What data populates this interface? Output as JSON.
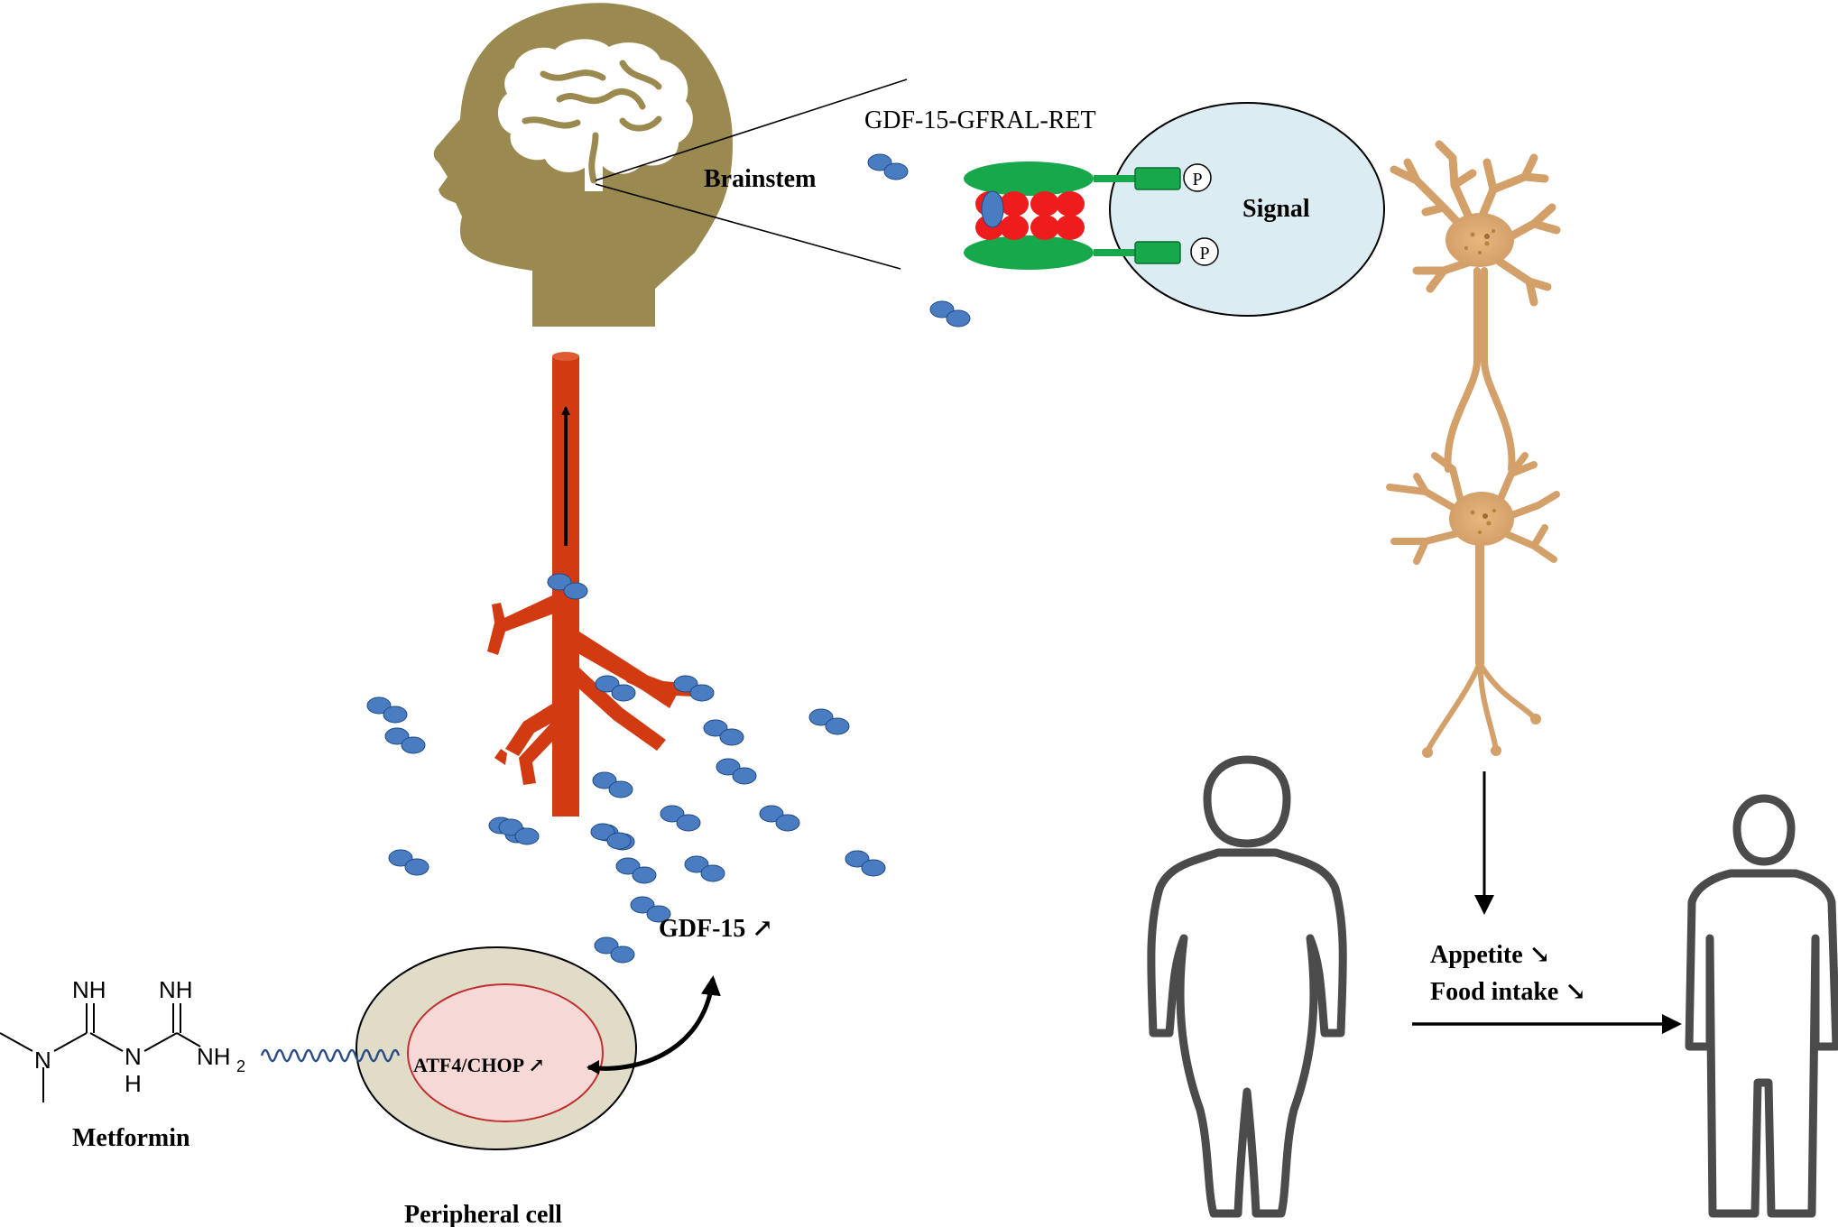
{
  "labels": {
    "brainstem": "Brainstem",
    "receptor_complex": "GDF-15-GFRAL-RET",
    "signal": "Signal",
    "phospho_1": "P",
    "phospho_2": "P",
    "gdf15": "GDF-15 ↗",
    "atf4_chop": "ATF4/CHOP ↗",
    "metformin": "Metformin",
    "peripheral_cell": "Peripheral cell",
    "appetite": "Appetite ↘",
    "food_intake": "Food intake ↘"
  },
  "metformin_structure": {
    "nh_left": "NH",
    "nh_right": "NH",
    "n_left": "N",
    "n_mid": "N",
    "h_mid": "H",
    "nh2": "NH",
    "nh2_sub": "2"
  },
  "colors": {
    "head": "#9b8a4f",
    "vessel": "#d23a12",
    "gdf15_molecule": "#4a7cc2",
    "receptor_green": "#16a84a",
    "receptor_red": "#ee1c1c",
    "signal_cell": "#dbedf2",
    "neuron": "#d4a06a",
    "cell_outer": "#e0dcc7",
    "cell_inner": "#f6d9d6",
    "silhouette_stroke": "#4b4b4b"
  },
  "icons": {
    "head": "head-brain-icon",
    "neuron": "neuron-icon",
    "person_obese": "obese-person-icon",
    "person_lean": "lean-person-icon"
  }
}
